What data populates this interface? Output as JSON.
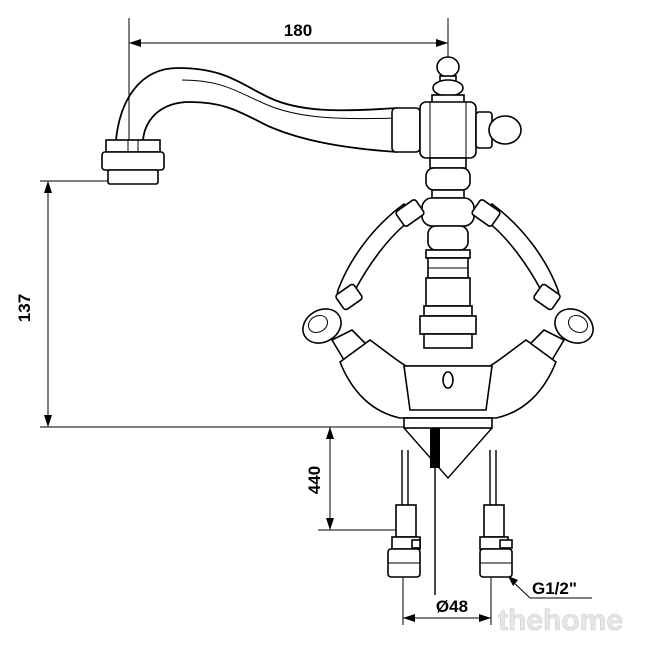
{
  "dimensions": {
    "spout_reach": "180",
    "spout_height": "137",
    "hose_length": "440",
    "hole_diameter": "Ø48",
    "thread": "G1/2\""
  },
  "watermark": "thehome"
}
